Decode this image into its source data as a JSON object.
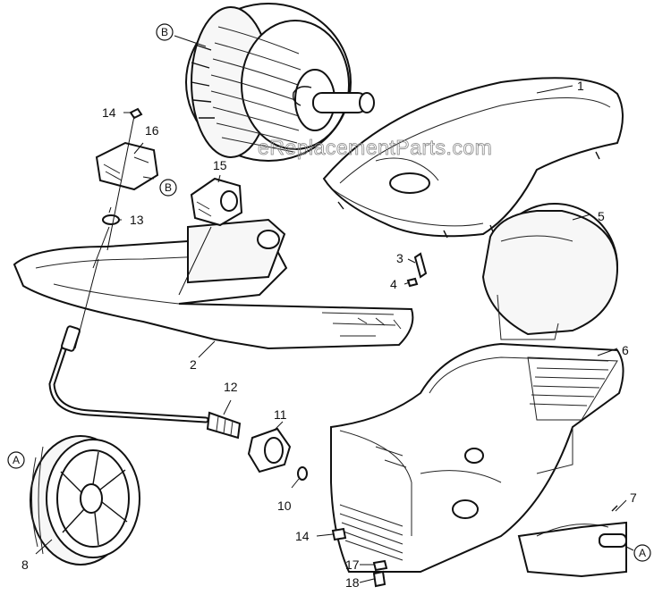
{
  "watermark": "eReplacementParts.com",
  "callouts": [
    {
      "id": "c1",
      "label": "1"
    },
    {
      "id": "c2",
      "label": "2"
    },
    {
      "id": "c3",
      "label": "3"
    },
    {
      "id": "c4",
      "label": "4"
    },
    {
      "id": "c5",
      "label": "5"
    },
    {
      "id": "c6",
      "label": "6"
    },
    {
      "id": "c7",
      "label": "7"
    },
    {
      "id": "c8",
      "label": "8"
    },
    {
      "id": "c10",
      "label": "10"
    },
    {
      "id": "c11",
      "label": "11"
    },
    {
      "id": "c12",
      "label": "12"
    },
    {
      "id": "c13",
      "label": "13"
    },
    {
      "id": "c14a",
      "label": "14"
    },
    {
      "id": "c14b",
      "label": "14"
    },
    {
      "id": "c15",
      "label": "15"
    },
    {
      "id": "c16",
      "label": "16"
    },
    {
      "id": "c17",
      "label": "17"
    },
    {
      "id": "c18",
      "label": "18"
    }
  ],
  "reference_markers": [
    {
      "id": "rB1",
      "label": "B"
    },
    {
      "id": "rB2",
      "label": "B"
    },
    {
      "id": "rA1",
      "label": "A"
    },
    {
      "id": "rA2",
      "label": "A"
    }
  ]
}
